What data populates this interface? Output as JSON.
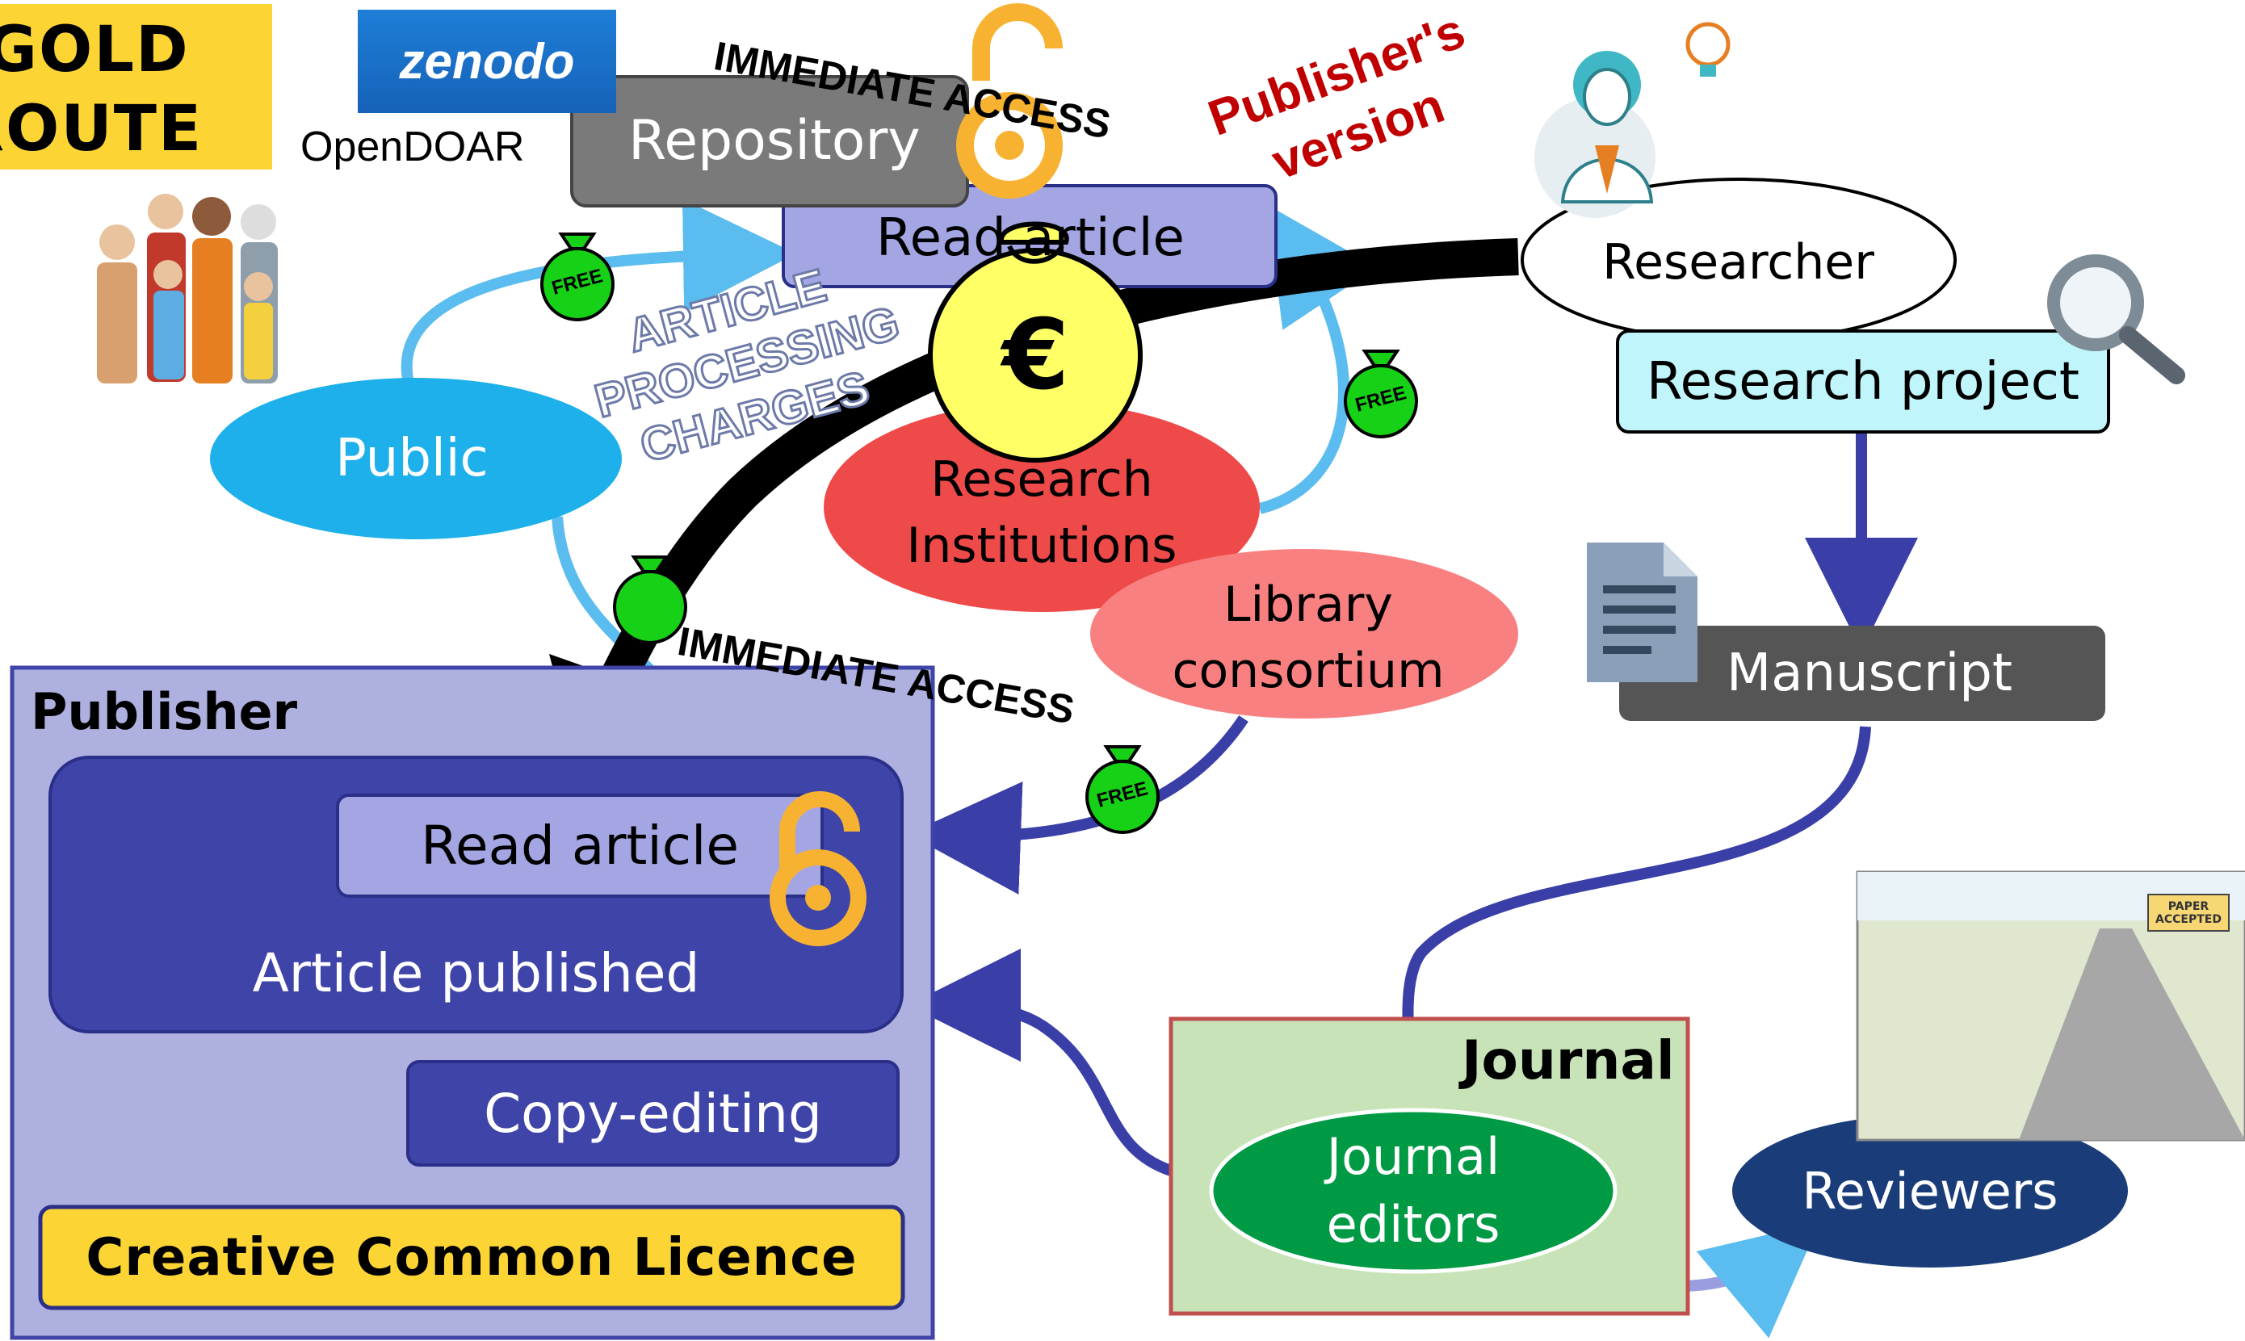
{
  "route": {
    "line1": "GOLD",
    "line2": "ROUTE",
    "color": "#fcd535"
  },
  "repositories": {
    "zenodo": "zenodo",
    "opendoar": "OpenDOAR",
    "repository": "Repository",
    "read_article_top": "Read article",
    "immediate_access_top": "IMMEDIATE ACCESS",
    "publishers_version": "Publisher's version"
  },
  "researcher": {
    "label": "Researcher",
    "project": "Research project",
    "manuscript": "Manuscript"
  },
  "public": {
    "label": "Public"
  },
  "apc": {
    "line1": "ARTICLE",
    "line2": "PROCESSING",
    "line3": "CHARGES",
    "currency": "€"
  },
  "institutions": {
    "research_line1": "Research",
    "research_line2": "Institutions",
    "library_line1": "Library",
    "library_line2": "consortium"
  },
  "immediate_access_bottom": "IMMEDIATE ACCESS",
  "free_label": "FREE",
  "publisher": {
    "title": "Publisher",
    "read_article": "Read article",
    "article_published": "Article published",
    "copy_editing": "Copy-editing",
    "licence": "Creative Common Licence"
  },
  "journal": {
    "title": "Journal",
    "editors_line1": "Journal",
    "editors_line2": "editors",
    "reviewers": "Reviewers",
    "cartoon_sign": "PAPER ACCEPTED"
  },
  "colors": {
    "publisher_bg": "#aeb0e0",
    "publisher_dark": "#3f44a8",
    "public": "#1db0ea",
    "research_inst": "#ee4a4a",
    "library": "#f98080",
    "journal_bg": "#c7e3b7",
    "editors": "#009944",
    "reviewers": "#1a3d7a",
    "project": "#bff5fb",
    "manuscript": "#555555",
    "repository": "#7a7a7a",
    "oa_lock": "#f8b232",
    "money_green": "#16d116",
    "arrow_blue": "#3a3fa8",
    "arrow_light": "#5bbcef"
  }
}
